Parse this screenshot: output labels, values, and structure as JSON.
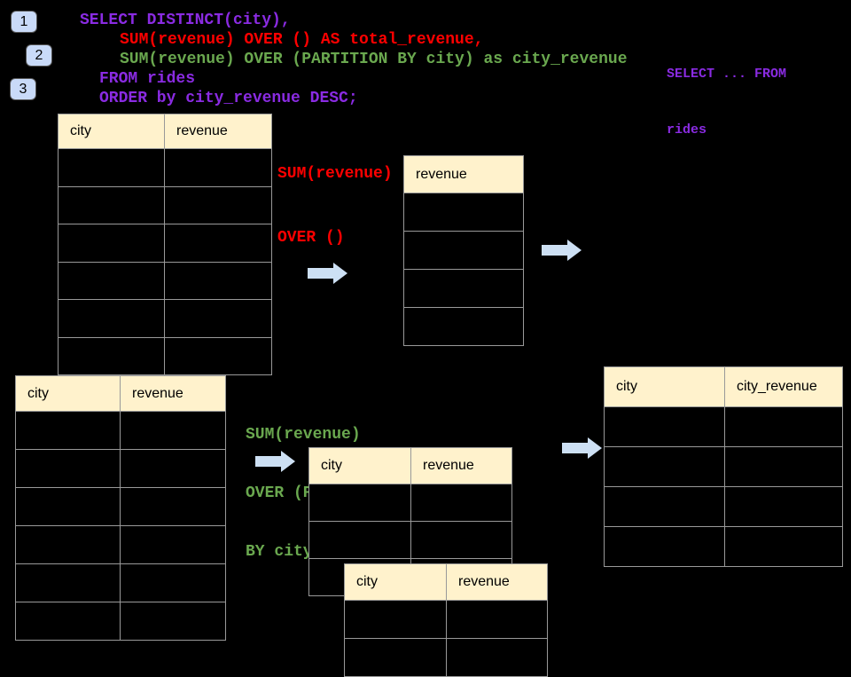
{
  "colors": {
    "purple": "#8A2BE2",
    "red": "#FF0000",
    "green": "#6AA84F",
    "header_bg": "#FFF2CC",
    "arrow_fill": "#CDE0F4",
    "badge_fill": "#C9DAF8",
    "border": "#999999"
  },
  "badges": [
    {
      "label": "1"
    },
    {
      "label": "2"
    },
    {
      "label": "3"
    }
  ],
  "sql": {
    "line1": "SELECT DISTINCT(city),",
    "line2": "SUM(revenue) OVER () AS total_revenue,",
    "line3": "SUM(revenue) OVER (PARTITION BY city) as city_revenue",
    "line4": "FROM rides",
    "line5": "ORDER by city_revenue DESC;"
  },
  "side_note": {
    "line1": "SELECT ... FROM",
    "line2": "rides"
  },
  "annotation_total": {
    "line1": "SUM(revenue)",
    "line2": "OVER ()"
  },
  "annotation_partition": {
    "line1": "SUM(revenue)",
    "line2": "OVER (PARTITION",
    "line3": "BY city)"
  },
  "tables": {
    "source_top": {
      "headers": [
        "city",
        "revenue"
      ],
      "body_rows": 6
    },
    "total_result": {
      "headers": [
        "revenue"
      ],
      "body_rows": 4
    },
    "source_bottom": {
      "headers": [
        "city",
        "revenue"
      ],
      "body_rows": 6
    },
    "partition_front": {
      "headers": [
        "city",
        "revenue"
      ],
      "body_rows": 3
    },
    "partition_back": {
      "headers": [
        "city",
        "revenue"
      ],
      "body_rows": 2
    },
    "city_revenue_result": {
      "headers": [
        "city",
        "city_revenue"
      ],
      "body_rows": 4
    }
  }
}
